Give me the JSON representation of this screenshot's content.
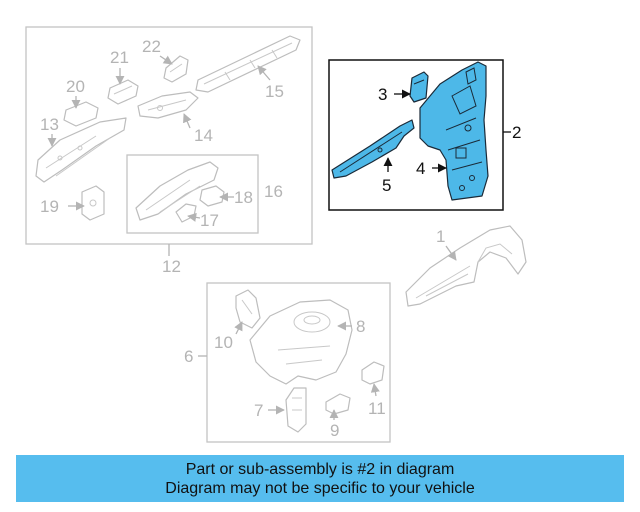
{
  "callouts": {
    "n1": "1",
    "n2": "2",
    "n3": "3",
    "n4": "4",
    "n5": "5",
    "n6": "6",
    "n7": "7",
    "n8": "8",
    "n9": "9",
    "n10": "10",
    "n11": "11",
    "n12": "12",
    "n13": "13",
    "n14": "14",
    "n15": "15",
    "n16": "16",
    "n17": "17",
    "n18": "18",
    "n19": "19",
    "n20": "20",
    "n21": "21",
    "n22": "22"
  },
  "banner": {
    "line1": "Part or sub-assembly is #2 in diagram",
    "line2": "Diagram may not be specific to your vehicle"
  },
  "colors": {
    "highlight": "#4db8e8",
    "banner": "#56bdee",
    "dimmed": "#b4b4b4"
  }
}
